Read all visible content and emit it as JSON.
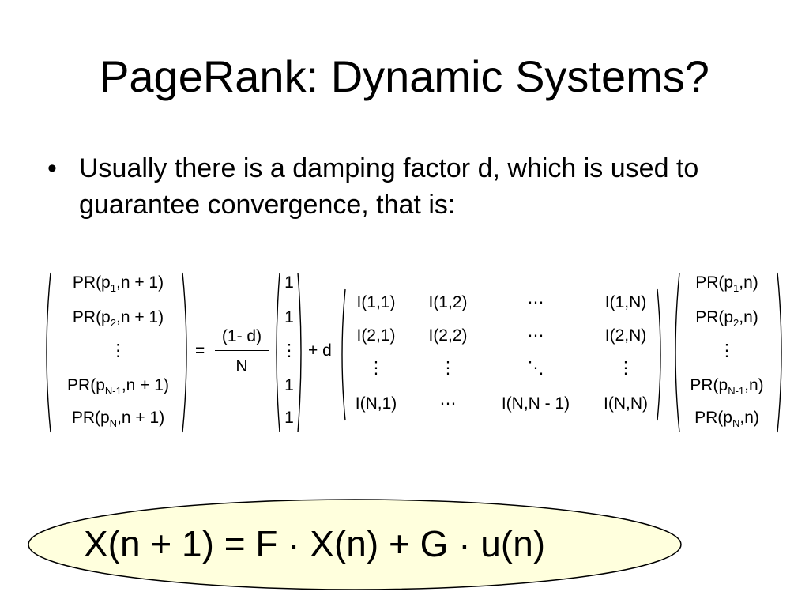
{
  "slide": {
    "title": "PageRank: Dynamic Systems?",
    "bullet_symbol": "•",
    "bullet_text": "Usually there is a damping factor d, which is used to guarantee convergence, that is:"
  },
  "equation": {
    "lhs": [
      {
        "pre": "PR(p",
        "sub": "1",
        "post": ",n + 1)"
      },
      {
        "pre": "PR(p",
        "sub": "2",
        "post": ",n + 1)"
      },
      {
        "pre": "⋮",
        "sub": "",
        "post": ""
      },
      {
        "pre": "PR(p",
        "sub": "N-1",
        "post": ",n + 1)"
      },
      {
        "pre": "PR(p",
        "sub": "N",
        "post": ",n + 1)"
      }
    ],
    "equals": "=",
    "frac_num": "(1- d)",
    "frac_den": "N",
    "ones": [
      "1",
      "1",
      "⋮",
      "1",
      "1"
    ],
    "plus_d": "+ d",
    "matrix": [
      [
        "I(1,1)",
        "I(1,2)",
        "⋯",
        "I(1,N)"
      ],
      [
        "I(2,1)",
        "I(2,2)",
        "⋯",
        "I(2,N)"
      ],
      [
        "⋮",
        "⋮",
        "⋱",
        "⋮"
      ],
      [
        "I(N,1)",
        "⋯",
        "I(N,N - 1)",
        "I(N,N)"
      ]
    ],
    "rhs": [
      {
        "pre": "PR(p",
        "sub": "1",
        "post": ",n)"
      },
      {
        "pre": "PR(p",
        "sub": "2",
        "post": ",n)"
      },
      {
        "pre": "⋮",
        "sub": "",
        "post": ""
      },
      {
        "pre": "PR(p",
        "sub": "N-1",
        "post": ",n)"
      },
      {
        "pre": "PR(p",
        "sub": "N",
        "post": ",n)"
      }
    ]
  },
  "state_equation": {
    "text": "X(n + 1) = F · X(n) + G · u(n)",
    "fill_color": "#ffffdd",
    "stroke_color": "#000000"
  }
}
